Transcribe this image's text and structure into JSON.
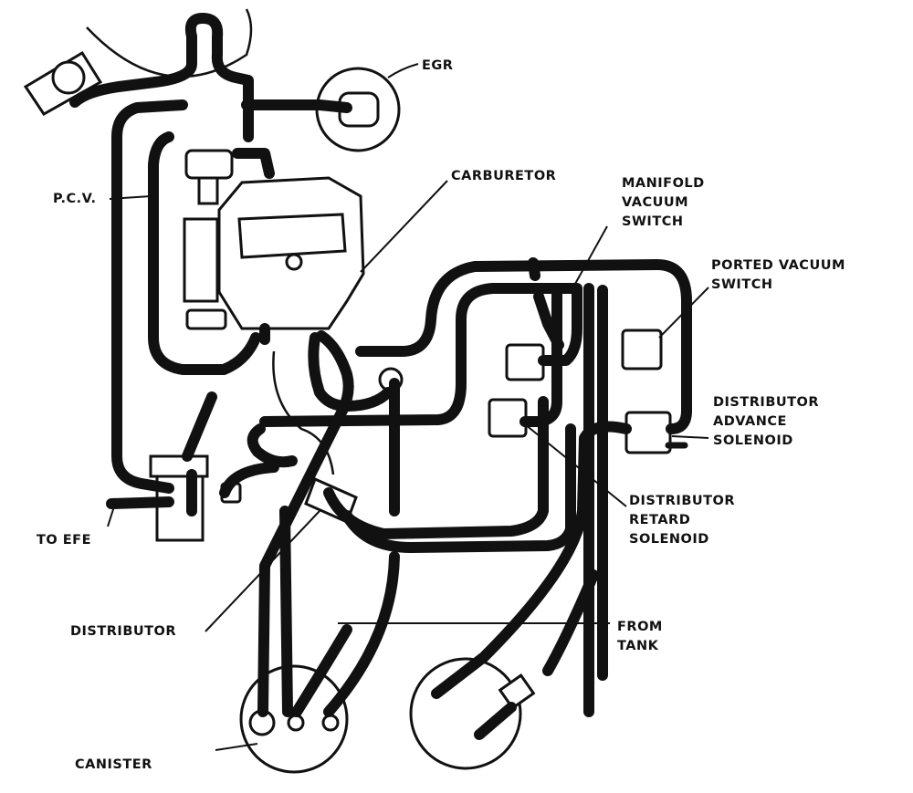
{
  "labels": {
    "egr": "EGR",
    "carburetor": "CARBURETOR",
    "pcv": "P.C.V.",
    "manifold_vacuum_switch": [
      "MANIFOLD",
      "VACUUM",
      "SWITCH"
    ],
    "ported_vacuum_switch": [
      "PORTED VACUUM",
      "SWITCH"
    ],
    "distributor_advance_solenoid": [
      "DISTRIBUTOR",
      "ADVANCE",
      "SOLENOID"
    ],
    "distributor_retard_solenoid": [
      "DISTRIBUTOR",
      "RETARD",
      "SOLENOID"
    ],
    "to_efe": "TO EFE",
    "distributor": "DISTRIBUTOR",
    "from_tank": [
      "FROM",
      "TANK"
    ],
    "canister": "CANISTER"
  }
}
